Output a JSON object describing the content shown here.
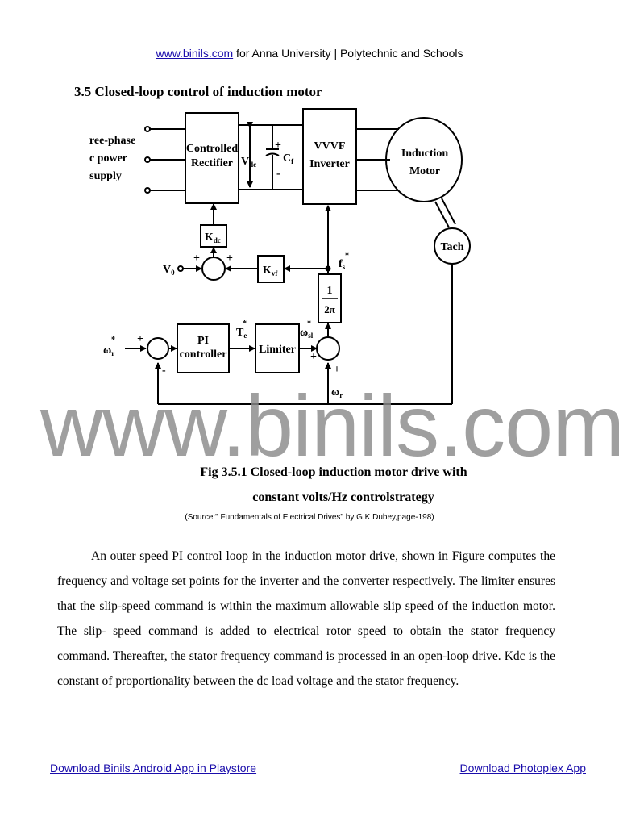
{
  "header": {
    "link_text": "www.binils.com",
    "rest_text": " for Anna University | Polytechnic and Schools"
  },
  "section_title": "3.5 Closed-loop control of induction motor",
  "diagram": {
    "supply_label": [
      "Three-phase",
      "ac power",
      "supply"
    ],
    "rectifier_label": [
      "Controlled",
      "Rectifier"
    ],
    "vdc_label": "V",
    "vdc_sub": "dc",
    "cf_label": "C",
    "cf_sub": "f",
    "plus": "+",
    "minus": "-",
    "inverter_label": [
      "VVVF",
      "Inverter"
    ],
    "motor_label": [
      "Induction",
      "Motor"
    ],
    "tach_label": "Tach",
    "kdc_label": "K",
    "kdc_sub": "dc",
    "kvf_label": "K",
    "kvf_sub": "vf",
    "v0_label": "V",
    "v0_sub": "0",
    "fs_label": "f",
    "fs_sub": "s",
    "star": "*",
    "gain_num": "1",
    "gain_den": "2π",
    "wr_ref_label": "ω",
    "wr_sub": "r",
    "pi_label": [
      "PI",
      "controller"
    ],
    "te_label": "T",
    "te_sub": "e",
    "limiter_label": "Limiter",
    "wsl_label": "ω",
    "wsl_sub": "sl",
    "wr_fb_label": "ω",
    "wr_fb_sub": "r"
  },
  "watermark": "www.binils.com",
  "caption_line1": "Fig 3.5.1 Closed-loop induction motor drive with",
  "caption_line2": "constant volts/Hz controlstrategy",
  "source": "(Source:\" Fundamentals of Electrical Drives\" by G.K Dubey,page-198)",
  "paragraph": "An outer speed PI control loop in the induction motor drive, shown in Figure computes the frequency and voltage set points for the inverter and the converter respectively. The limiter ensures that the slip-speed command is within the maximum allowable slip speed of the induction motor. The slip- speed command is added to electrical rotor speed to obtain the stator frequency command. Thereafter, the stator frequency command is processed in an open-loop drive. Kdc is the constant of proportionality between the dc load voltage and the stator frequency.",
  "footer": {
    "left_link": "Download Binils Android App in Playstore",
    "right_link": "Download Photoplex App"
  }
}
